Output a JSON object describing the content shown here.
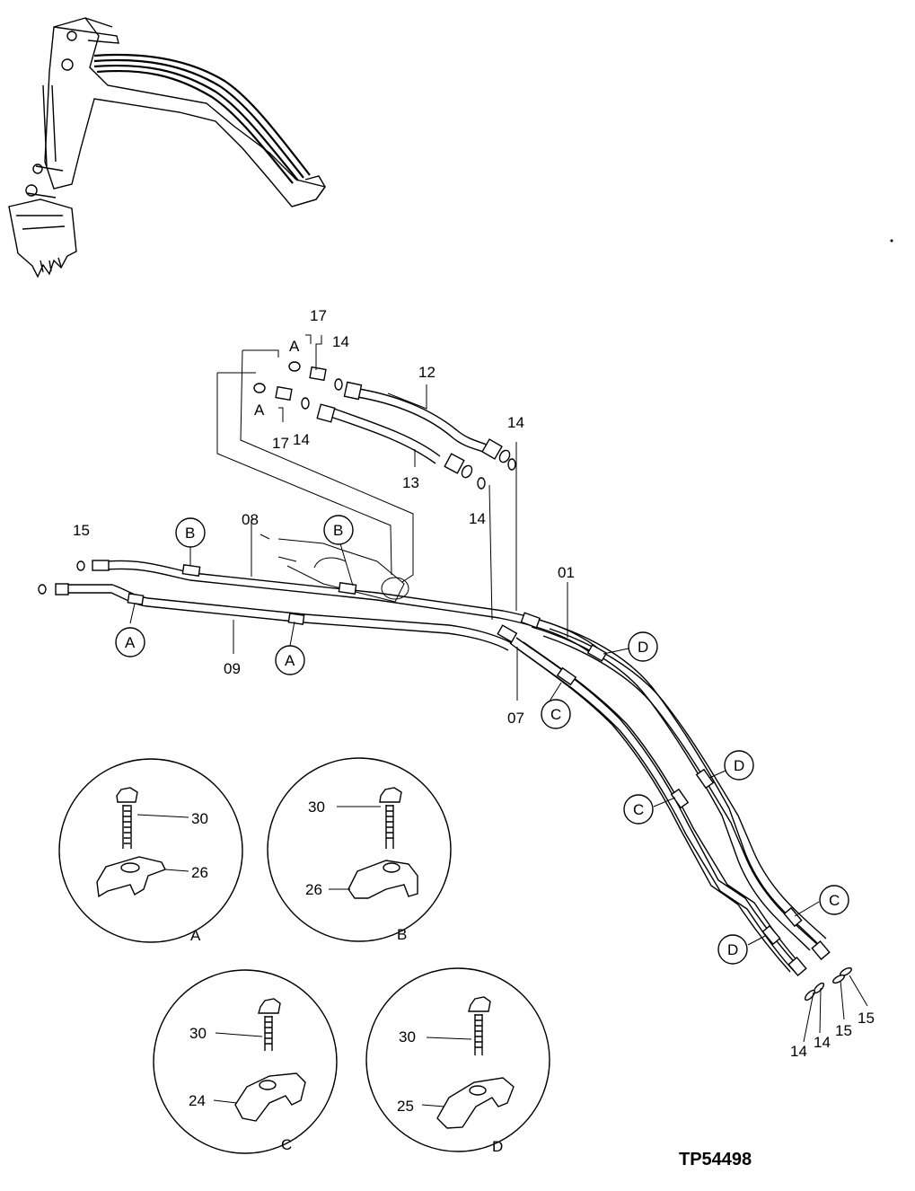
{
  "figure_id": "TP54498",
  "callouts": {
    "n17a": "17",
    "n14a": "14",
    "nA1": "A",
    "nA2": "A",
    "n17b": "17",
    "n14b": "14",
    "n12": "12",
    "n13": "13",
    "n14c": "14",
    "n14d": "14",
    "n15": "15",
    "n08": "08",
    "n09": "09",
    "n01": "01",
    "n07": "07",
    "n14e": "14",
    "n14f": "14",
    "n15b": "15",
    "n15c": "15"
  },
  "clamp_markers": {
    "b1": "B",
    "b2": "B",
    "a1": "A",
    "a2": "A",
    "c1": "C",
    "c2": "C",
    "c3": "C",
    "d1": "D",
    "d2": "D",
    "d3": "D"
  },
  "details": [
    {
      "letter": "A",
      "bolt": "30",
      "clamp": "26"
    },
    {
      "letter": "B",
      "bolt": "30",
      "clamp": "26"
    },
    {
      "letter": "C",
      "bolt": "30",
      "clamp": "24"
    },
    {
      "letter": "D",
      "bolt": "30",
      "clamp": "25"
    }
  ]
}
